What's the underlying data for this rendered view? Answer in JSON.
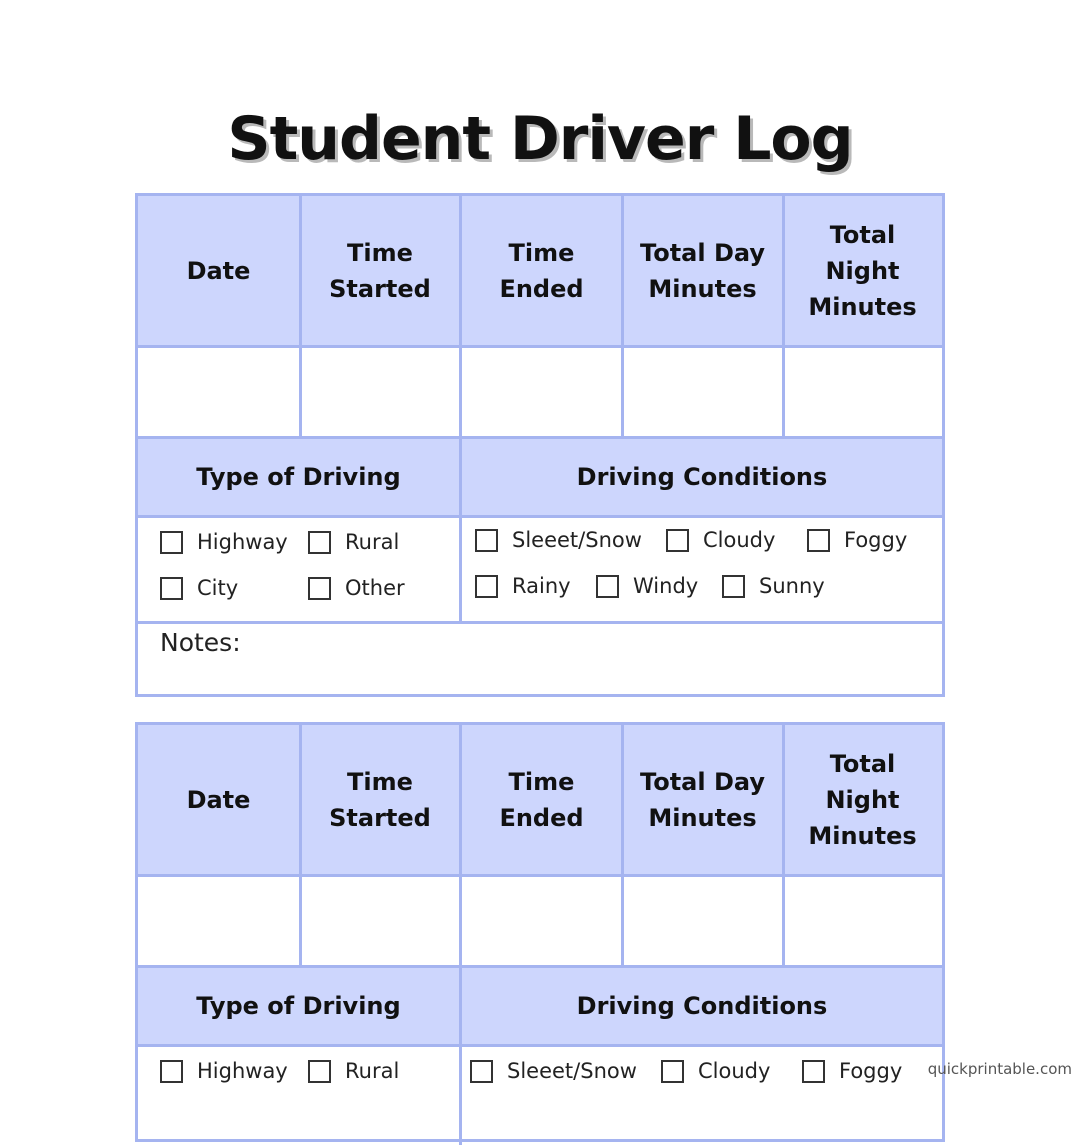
{
  "title": "Student Driver Log",
  "columns": [
    "Date",
    "Time Started",
    "Time Ended",
    "Total Day Minutes",
    "Total Night Minutes"
  ],
  "section_labels": {
    "type_of_driving": "Type of Driving",
    "driving_conditions": "Driving Conditions"
  },
  "type_of_driving_options": [
    "Highway",
    "Rural",
    "City",
    "Other"
  ],
  "driving_conditions_options": [
    "Sleeet/Snow",
    "Cloudy",
    "Foggy",
    "Rainy",
    "Windy",
    "Sunny"
  ],
  "notes_label": "Notes:",
  "watermark": "quickprintable.com",
  "colors": {
    "header_fill": "#cdd6fd",
    "border": "#a5b4f0"
  }
}
